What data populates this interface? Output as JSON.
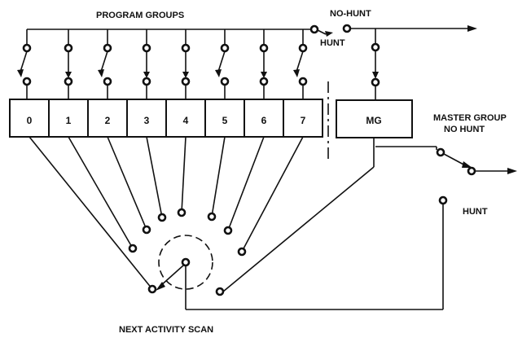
{
  "labels": {
    "program_groups": "PROGRAM GROUPS",
    "no_hunt": "NO-HUNT",
    "hunt_top": "HUNT",
    "master_group_line1": "MASTER GROUP",
    "master_group_line2": "NO HUNT",
    "hunt_right": "HUNT",
    "next_activity_scan": "NEXT ACTIVITY SCAN"
  },
  "groups": [
    "0",
    "1",
    "2",
    "3",
    "4",
    "5",
    "6",
    "7"
  ],
  "master_group_box": "MG"
}
